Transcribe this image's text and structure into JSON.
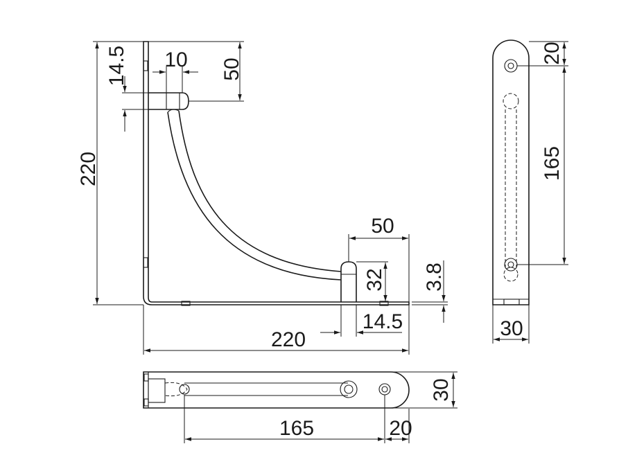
{
  "front_view": {
    "height_total": "220",
    "top_offset": "14.5",
    "tab_width": "10",
    "tab_height": "50",
    "foot_length": "50",
    "foot_height": "32",
    "thickness": "3.8",
    "foot_offset": "14.5",
    "width_total": "220"
  },
  "side_view": {
    "top_hole": "20",
    "hole_spacing": "165",
    "width": "30"
  },
  "bottom_view": {
    "hole_spacing": "165",
    "end_hole": "20",
    "width": "30"
  },
  "colors": {
    "line": "#1a1a1a",
    "background": "#ffffff"
  }
}
